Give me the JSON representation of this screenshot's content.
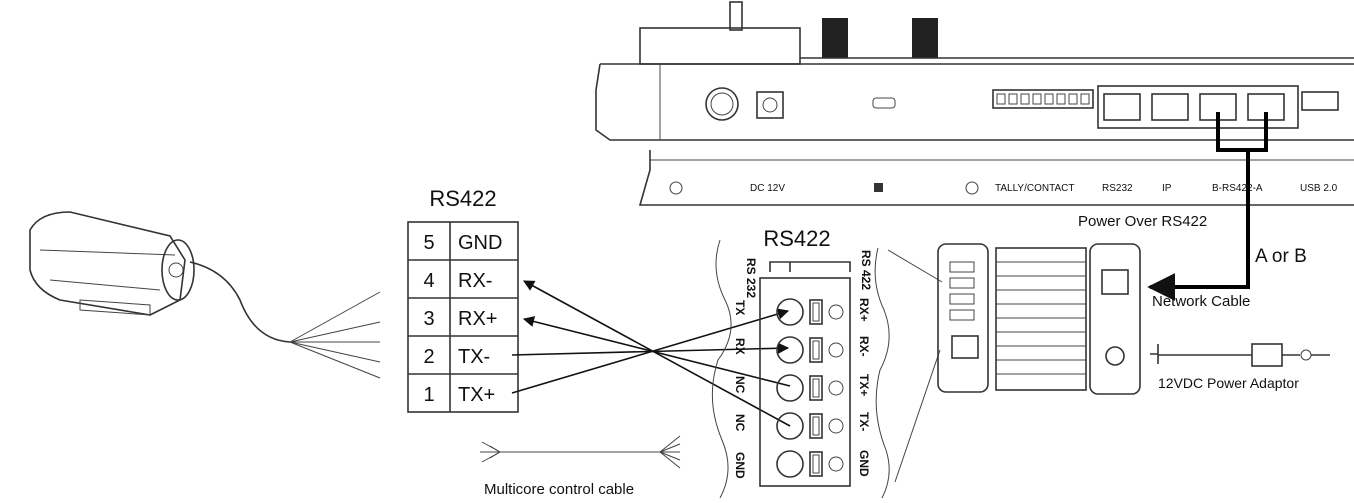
{
  "controller": {
    "port_labels": [
      "DC 12V",
      "TALLY/CONTACT",
      "RS232",
      "IP",
      "B-RS422-A",
      "USB 2.0"
    ],
    "power_label": "Power Over RS422",
    "choice_label": "A or B"
  },
  "rs422_table": {
    "title": "RS422",
    "rows": [
      {
        "num": "5",
        "sig": "GND"
      },
      {
        "num": "4",
        "sig": "RX-"
      },
      {
        "num": "3",
        "sig": "RX+"
      },
      {
        "num": "2",
        "sig": "TX-"
      },
      {
        "num": "1",
        "sig": "TX+"
      }
    ]
  },
  "terminal": {
    "title": "RS422",
    "left_header": "RS 232",
    "right_header": "RS 422",
    "left_pins": [
      "TX",
      "RX",
      "NC",
      "NC",
      "GND"
    ],
    "right_pins": [
      "RX+",
      "RX-",
      "TX+",
      "TX-",
      "GND"
    ]
  },
  "labels": {
    "network_cable": "Network Cable",
    "power_adaptor": "12VDC Power Adaptor",
    "multicore": "Multicore control cable"
  }
}
